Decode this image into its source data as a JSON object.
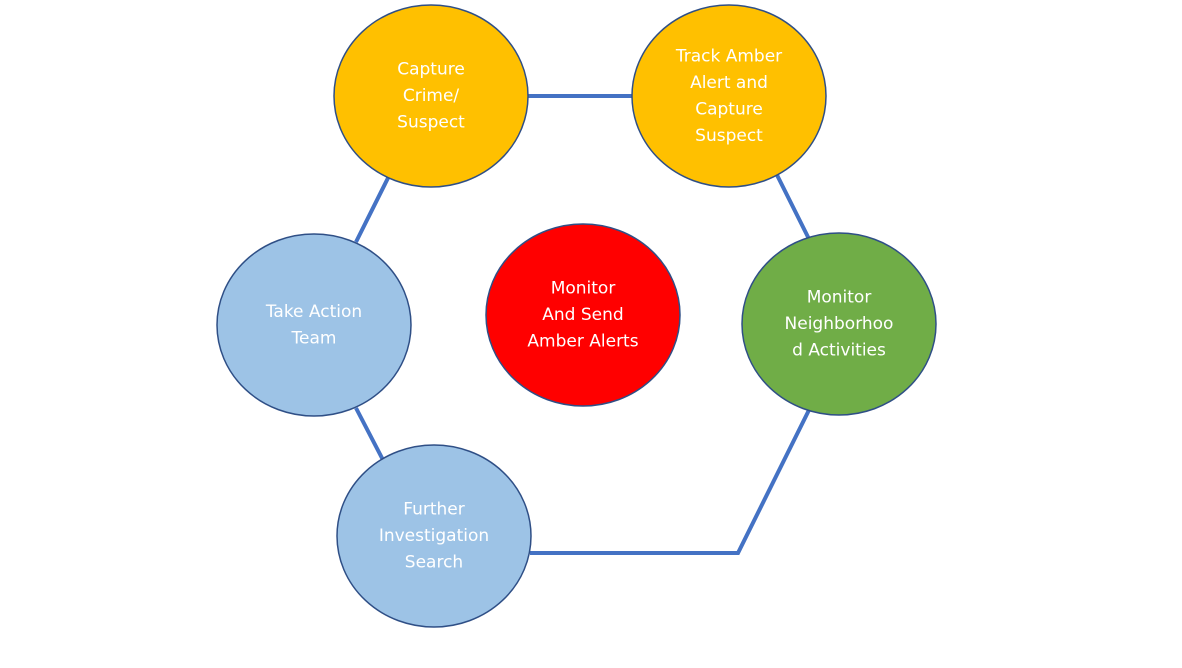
{
  "diagram": {
    "nodes": [
      {
        "id": "capture-crime",
        "lines": [
          "Capture",
          "Crime/",
          "Suspect"
        ],
        "fill": "#ffc000"
      },
      {
        "id": "track-amber",
        "lines": [
          "Track Amber",
          "Alert and",
          "Capture",
          "Suspect"
        ],
        "fill": "#ffc000"
      },
      {
        "id": "monitor-neighborhood",
        "lines": [
          "Monitor",
          "Neighborhoo",
          "d Activities"
        ],
        "fill": "#70ad47"
      },
      {
        "id": "further-investigation",
        "lines": [
          "Further",
          "Investigation",
          "Search"
        ],
        "fill": "#9dc3e6"
      },
      {
        "id": "take-action",
        "lines": [
          "Take Action",
          "Team"
        ],
        "fill": "#9dc3e6"
      },
      {
        "id": "monitor-amber",
        "lines": [
          "Monitor",
          "And Send",
          "Amber Alerts"
        ],
        "fill": "#ff0000"
      }
    ],
    "connectors": [
      {
        "from": "capture-crime",
        "to": "track-amber"
      },
      {
        "from": "track-amber",
        "to": "monitor-neighborhood"
      },
      {
        "from": "monitor-neighborhood",
        "to": "further-investigation"
      },
      {
        "from": "further-investigation",
        "to": "take-action"
      },
      {
        "from": "take-action",
        "to": "capture-crime"
      }
    ],
    "colors": {
      "connector": "#4472c4",
      "node_border": "#2f4f86",
      "node_text": "#ffffff"
    }
  }
}
